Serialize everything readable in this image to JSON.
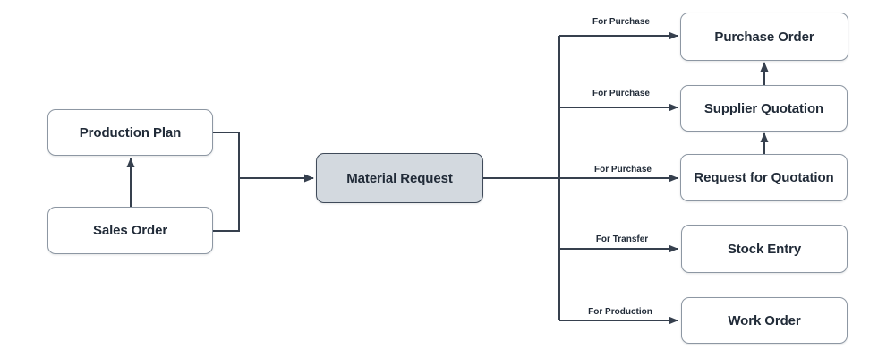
{
  "diagram": {
    "nodes": [
      {
        "id": "production-plan",
        "label": "Production Plan",
        "style": "default"
      },
      {
        "id": "sales-order",
        "label": "Sales Order",
        "style": "default"
      },
      {
        "id": "material-request",
        "label": "Material Request",
        "style": "highlighted"
      },
      {
        "id": "purchase-order",
        "label": "Purchase Order",
        "style": "default"
      },
      {
        "id": "supplier-quotation",
        "label": "Supplier Quotation",
        "style": "default"
      },
      {
        "id": "request-for-quotation",
        "label": "Request for Quotation",
        "style": "default"
      },
      {
        "id": "stock-entry",
        "label": "Stock Entry",
        "style": "default"
      },
      {
        "id": "work-order",
        "label": "Work Order",
        "style": "default"
      }
    ],
    "edges": [
      {
        "from": "sales-order",
        "to": "production-plan",
        "label": ""
      },
      {
        "from": "production-plan",
        "to": "material-request",
        "label": ""
      },
      {
        "from": "sales-order",
        "to": "material-request",
        "label": ""
      },
      {
        "from": "material-request",
        "to": "purchase-order",
        "label": "For Purchase"
      },
      {
        "from": "material-request",
        "to": "supplier-quotation",
        "label": "For Purchase"
      },
      {
        "from": "material-request",
        "to": "request-for-quotation",
        "label": "For Purchase"
      },
      {
        "from": "material-request",
        "to": "stock-entry",
        "label": "For Transfer"
      },
      {
        "from": "material-request",
        "to": "work-order",
        "label": "For Production"
      },
      {
        "from": "request-for-quotation",
        "to": "supplier-quotation",
        "label": ""
      },
      {
        "from": "supplier-quotation",
        "to": "purchase-order",
        "label": ""
      }
    ],
    "colors": {
      "background": "#ffffff",
      "line": "#36404e",
      "node_fill": "#ffffff",
      "node_border": "#8d97a3",
      "node_text": "#212b38",
      "highlight_fill": "#d3d9df",
      "highlight_border": "#3f4a59",
      "edge_label_text": "#212b38"
    }
  }
}
